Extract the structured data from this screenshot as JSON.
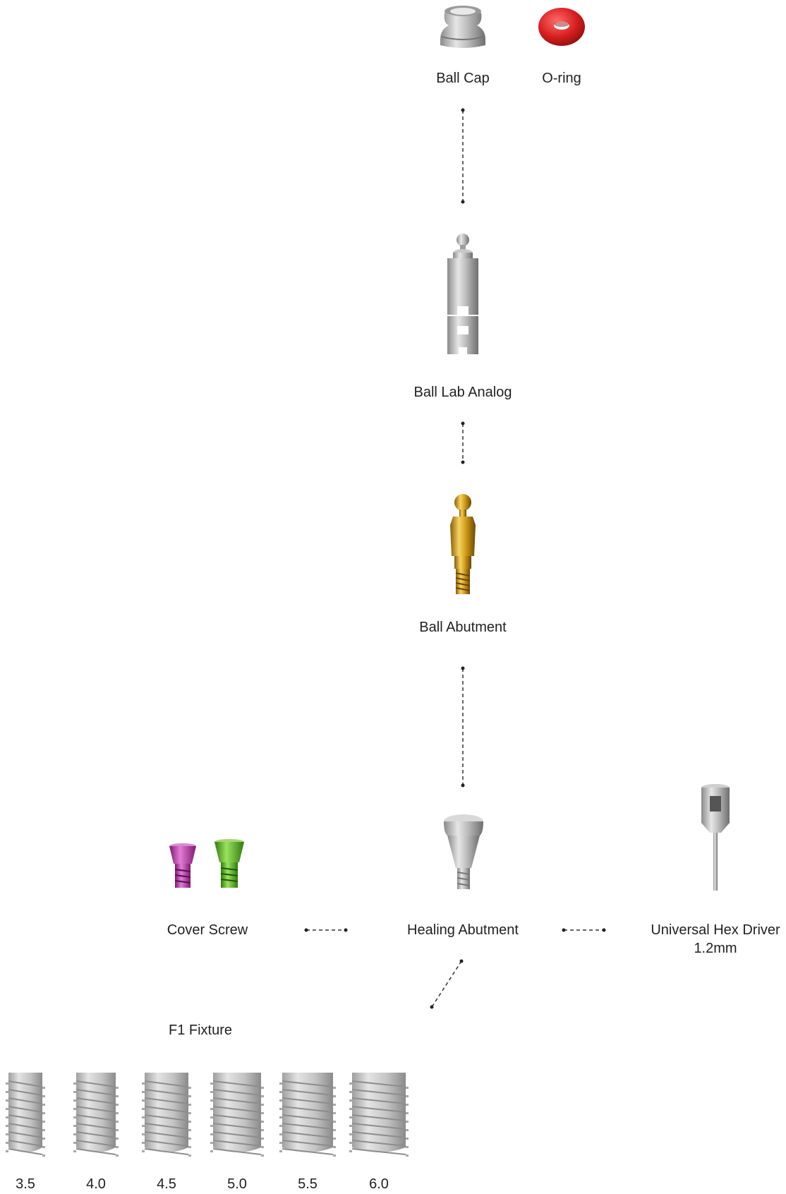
{
  "components": {
    "ball_cap": {
      "label": "Ball Cap"
    },
    "o_ring": {
      "label": "O-ring",
      "color": "#d81e1e"
    },
    "ball_lab_analog": {
      "label": "Ball Lab Analog"
    },
    "ball_abutment": {
      "label": "Ball Abutment",
      "color": "#d4a01c"
    },
    "healing_abutment": {
      "label": "Healing Abutment"
    },
    "cover_screw": {
      "label": "Cover Screw",
      "colors": [
        "#c03ab0",
        "#5cbf2a"
      ]
    },
    "hex_driver": {
      "label_line1": "Universal Hex Driver",
      "label_line2": "1.2mm"
    },
    "fixture": {
      "label": "F1 Fixture"
    }
  },
  "fixture_sizes": [
    "3.5",
    "4.0",
    "4.5",
    "5.0",
    "5.5",
    "6.0"
  ]
}
